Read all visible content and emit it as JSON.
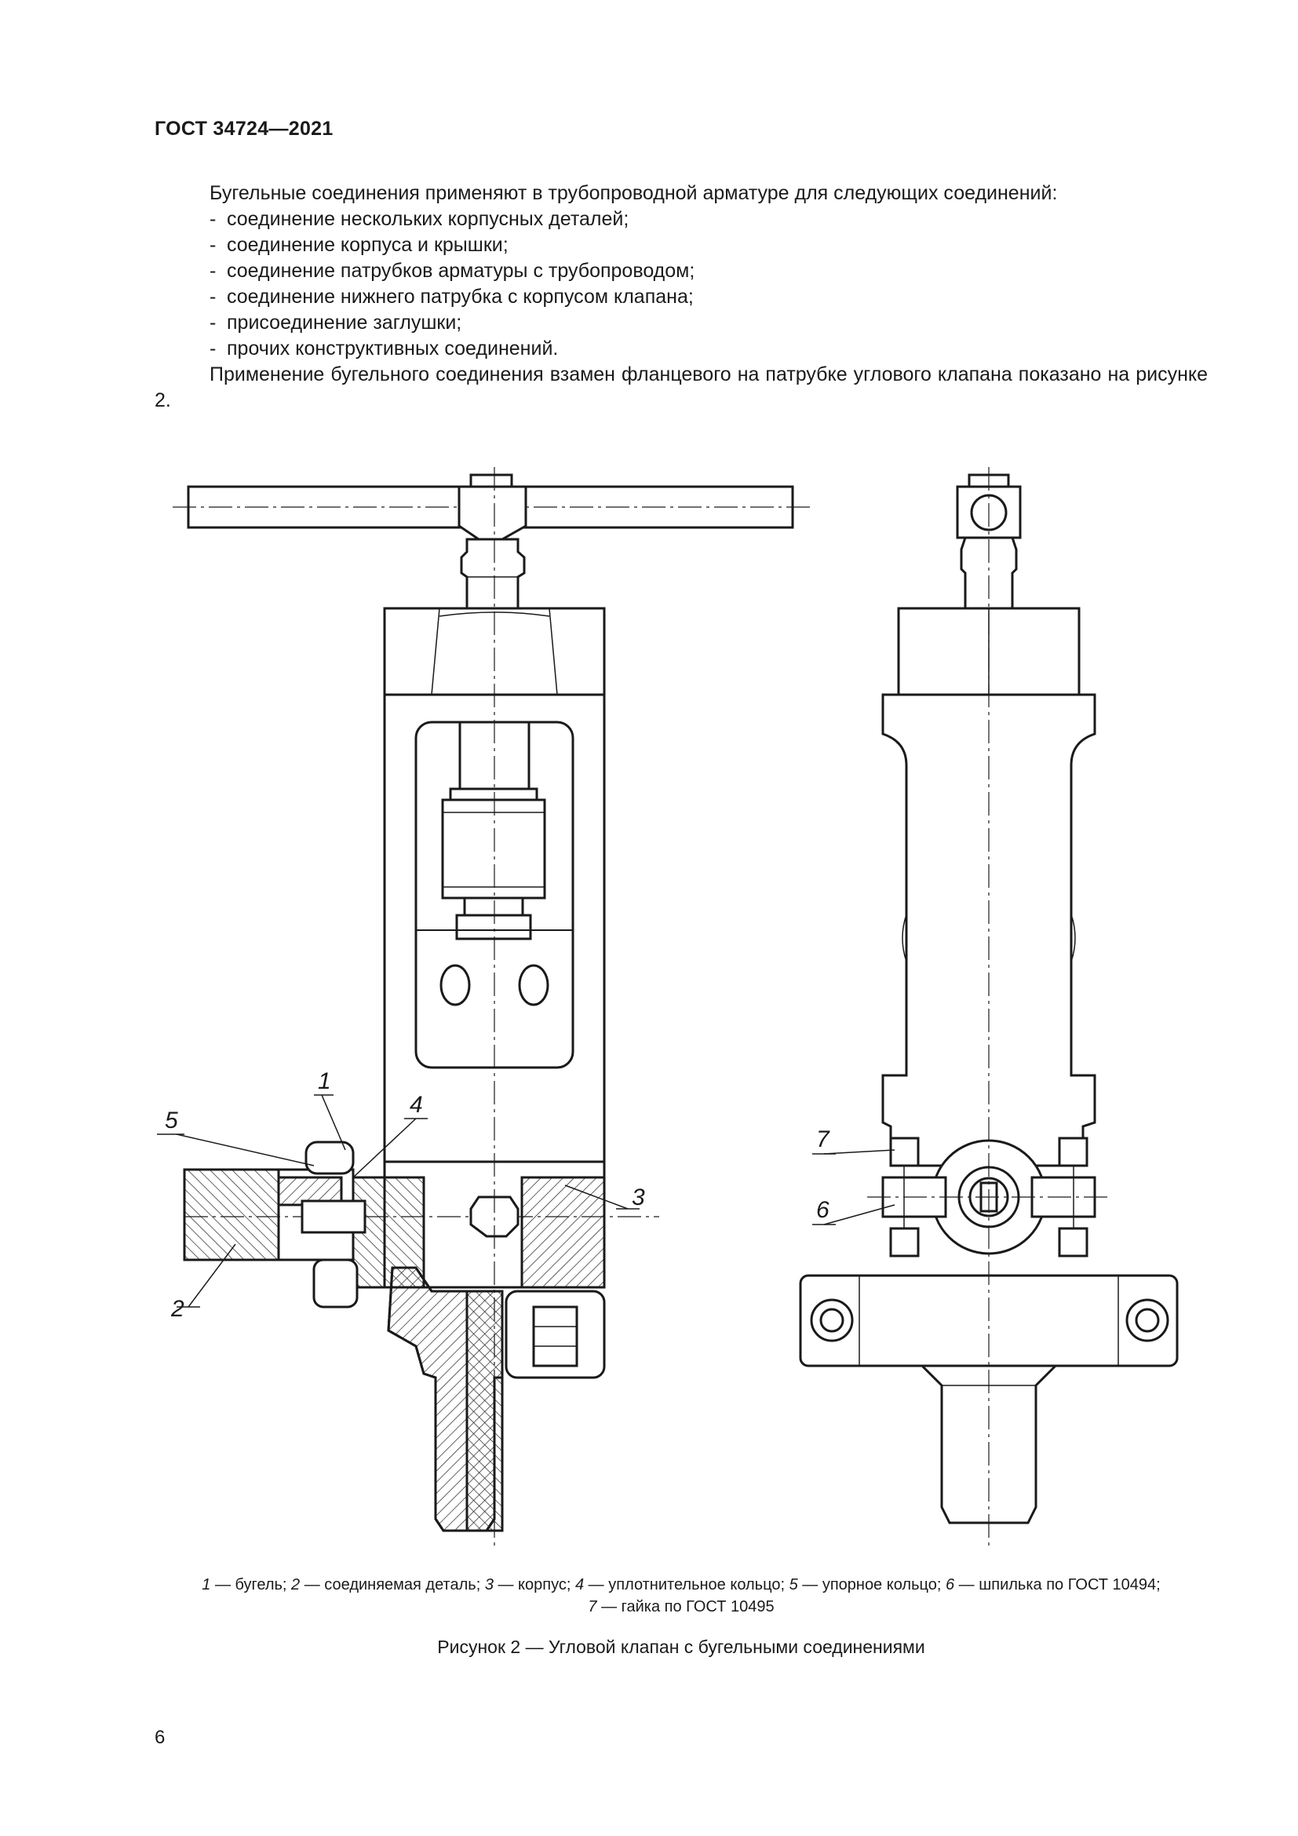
{
  "header": {
    "doc_id": "ГОСТ 34724—2021"
  },
  "intro": "Бугельные соединения применяют в трубопроводной арматуре для следующих соединений:",
  "list_items": [
    "соединение нескольких корпусных деталей;",
    "соединение корпуса и крышки;",
    "соединение патрубков арматуры с трубопроводом;",
    "соединение нижнего патрубка с корпусом клапана;",
    "присоединение заглушки;",
    "прочих конструктивных соединений."
  ],
  "list_marker": "-",
  "closing_paragraph": "Применение бугельного соединения взамен фланцевого на патрубке углового клапана показано на рисунке 2.",
  "figure": {
    "callouts": [
      "1",
      "2",
      "3",
      "4",
      "5",
      "6",
      "7"
    ],
    "legend": [
      {
        "num": "1",
        "text": " — бугель; "
      },
      {
        "num": "2",
        "text": " — соединяемая деталь; "
      },
      {
        "num": "3",
        "text": " — корпус; "
      },
      {
        "num": "4",
        "text": " — уплотнительное кольцо; "
      },
      {
        "num": "5",
        "text": " — упорное кольцо; "
      },
      {
        "num": "6",
        "text": " — шпилька по ГОСТ 10494;"
      },
      {
        "num": "7",
        "text": " — гайка по ГОСТ 10495"
      }
    ],
    "title": "Рисунок 2 — Угловой клапан с бугельными соединениями"
  },
  "page_number": "6"
}
